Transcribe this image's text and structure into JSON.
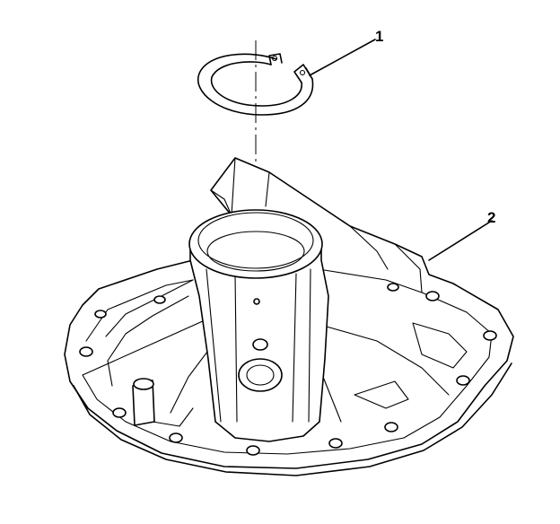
{
  "diagram": {
    "callouts": [
      {
        "id": "1",
        "label": "1",
        "part": "retaining-ring"
      },
      {
        "id": "2",
        "label": "2",
        "part": "housing"
      }
    ],
    "colors": {
      "stroke": "#000000",
      "background": "#ffffff"
    }
  }
}
